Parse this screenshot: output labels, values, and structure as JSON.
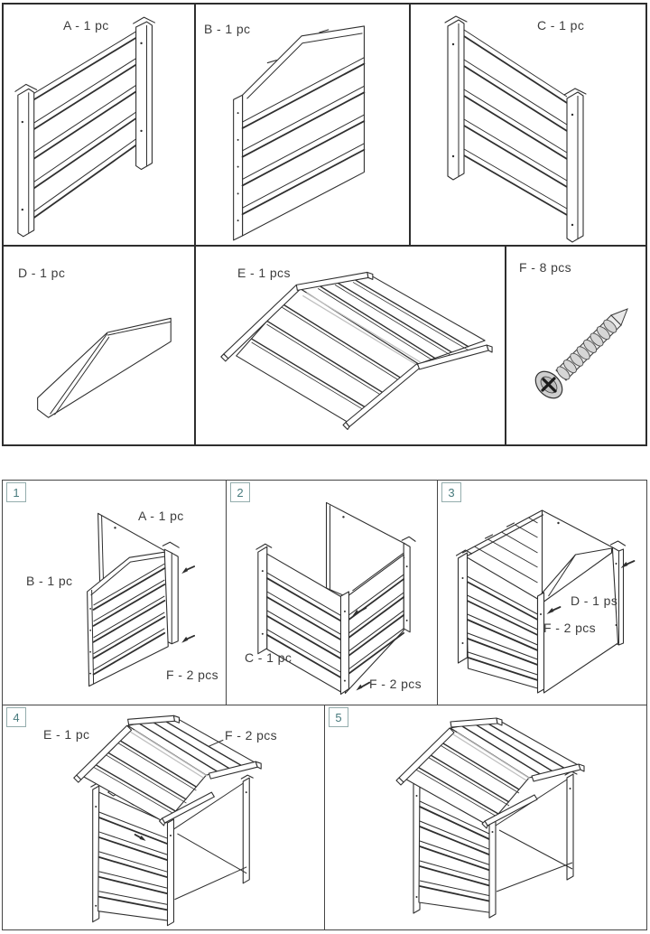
{
  "parts": [
    {
      "id": "A",
      "label": "A - 1 pc"
    },
    {
      "id": "B",
      "label": "B - 1 pc"
    },
    {
      "id": "C",
      "label": "C - 1 pc"
    },
    {
      "id": "D",
      "label": "D - 1 pc"
    },
    {
      "id": "E",
      "label": "E - 1 pcs"
    },
    {
      "id": "F",
      "label": "F - 8 pcs"
    }
  ],
  "steps": [
    {
      "num": "1",
      "labels": {
        "a": "A - 1 pc",
        "b": "B - 1 pc",
        "f": "F - 2 pcs"
      }
    },
    {
      "num": "2",
      "labels": {
        "c": "C - 1 pc",
        "f": "F - 2 pcs"
      }
    },
    {
      "num": "3",
      "labels": {
        "d": "D - 1 ps",
        "f": "F - 2 pcs"
      }
    },
    {
      "num": "4",
      "labels": {
        "e": "E - 1 pc",
        "f": "F - 2 pcs"
      }
    },
    {
      "num": "5",
      "labels": {}
    }
  ],
  "colors": {
    "line": "#2f2f2f",
    "accent_teal": "#477a7d",
    "step_box_border": "#94adad",
    "roof_highlight": "#c0c0c0"
  }
}
